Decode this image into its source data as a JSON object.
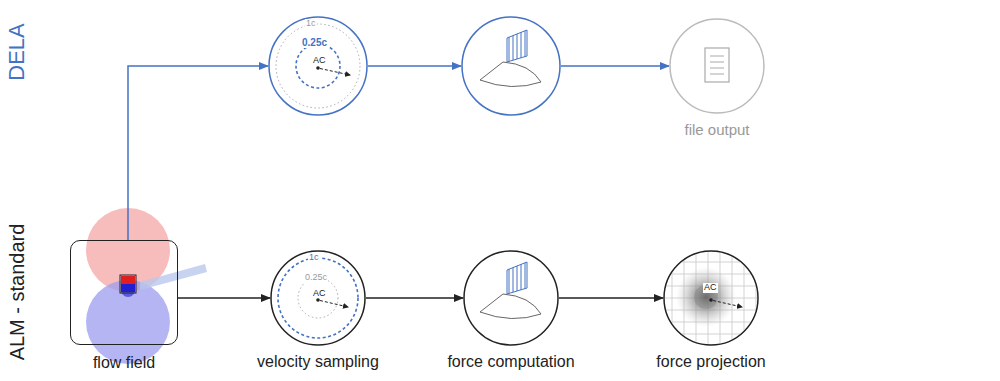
{
  "diagram": {
    "nodes": [
      {
        "text": [
          "flow field"
        ]
      },
      {
        "text": [
          "1c",
          "0.25c",
          "AC"
        ]
      },
      {
        "text": []
      },
      {
        "text": [
          "file output"
        ]
      },
      {
        "text": [
          "1c",
          "0.25c",
          "AC",
          "velocity sampling"
        ]
      },
      {
        "text": [
          "force computation"
        ]
      },
      {
        "text": [
          "AC",
          "force projection"
        ]
      }
    ],
    "edges": [
      {
        "from": 0,
        "to": 1,
        "arrow": "to"
      },
      {
        "from": 1,
        "to": 2,
        "arrow": "to"
      },
      {
        "from": 2,
        "to": 3,
        "arrow": "to"
      },
      {
        "from": 0,
        "to": 4,
        "arrow": "to"
      },
      {
        "from": 4,
        "to": 5,
        "arrow": "to"
      },
      {
        "from": 5,
        "to": 6,
        "arrow": "to"
      }
    ],
    "labels": [
      "DELA",
      "ALM - standard"
    ]
  }
}
